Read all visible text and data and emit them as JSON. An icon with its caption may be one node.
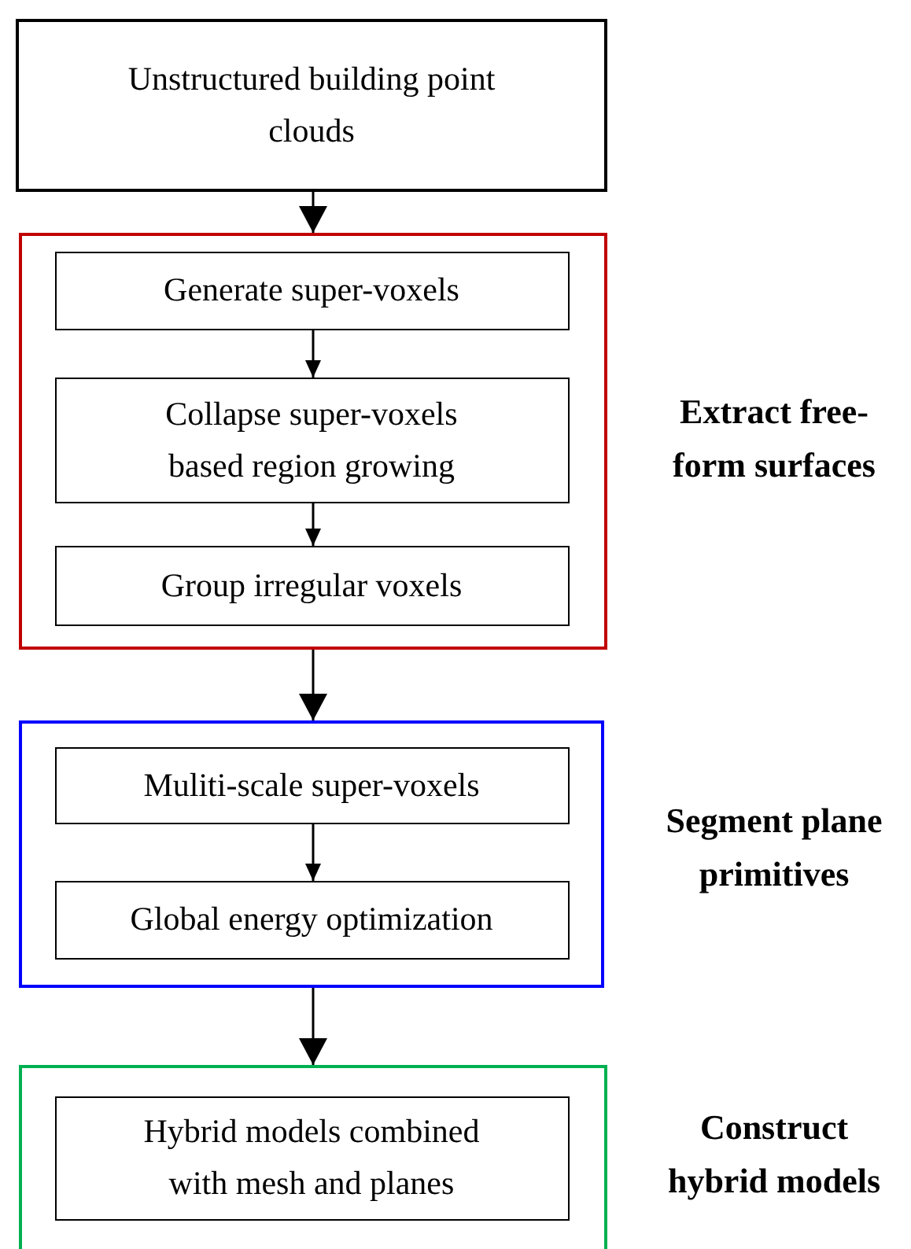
{
  "diagram": {
    "nodes": [
      {
        "text": [
          "Unstructured building point clouds"
        ]
      },
      {
        "text": [],
        "shape": "box",
        "beside": [
          "Extract free-form surfaces"
        ]
      },
      {
        "text": [
          "Generate super-voxels"
        ],
        "in": 1
      },
      {
        "text": [
          "Collapse super-voxels based region growing"
        ],
        "in": 1
      },
      {
        "text": [
          "Group irregular voxels"
        ],
        "in": 1
      },
      {
        "text": [],
        "shape": "box",
        "beside": [
          "Segment plane primitives"
        ]
      },
      {
        "text": [
          "Muliti-scale super-voxels"
        ],
        "in": 5
      },
      {
        "text": [
          "Global energy optimization"
        ],
        "in": 5
      },
      {
        "text": [],
        "shape": "box",
        "beside": [
          "Construct hybrid models"
        ]
      },
      {
        "text": [
          "Hybrid models combined with mesh and planes"
        ],
        "in": 8
      }
    ],
    "edges": [
      {
        "from": 0,
        "to": 1,
        "arrow": "to"
      },
      {
        "from": 2,
        "to": 3,
        "arrow": "to"
      },
      {
        "from": 3,
        "to": 4,
        "arrow": "to"
      },
      {
        "from": 1,
        "to": 5,
        "arrow": "to"
      },
      {
        "from": 6,
        "to": 7,
        "arrow": "to"
      },
      {
        "from": 5,
        "to": 8,
        "arrow": "to"
      }
    ]
  }
}
